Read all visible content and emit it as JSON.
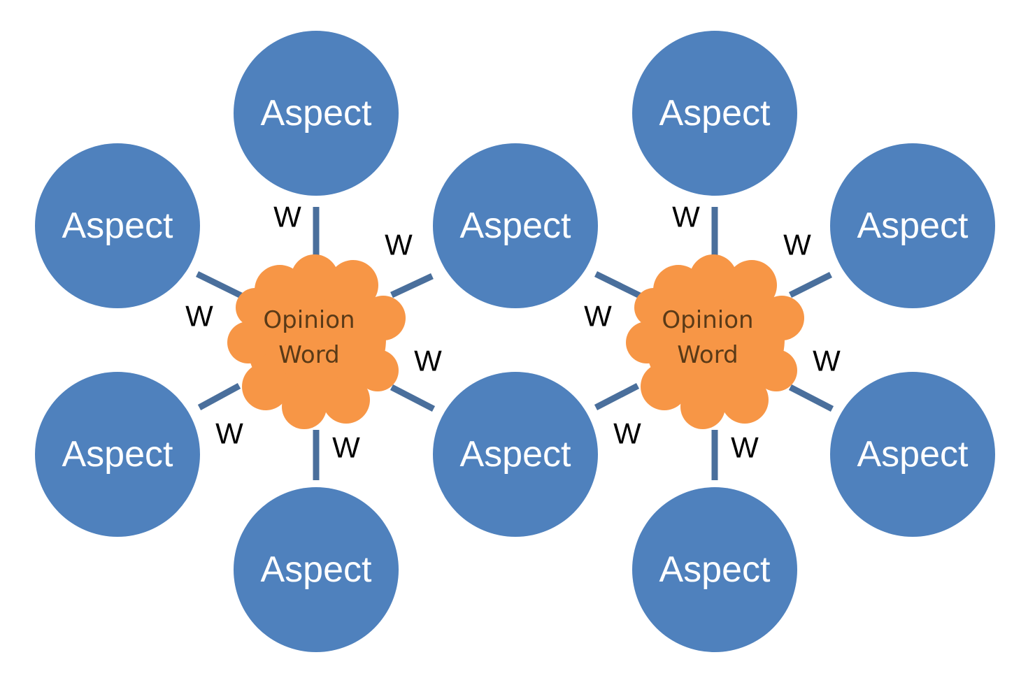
{
  "diagram": {
    "groups": [
      {
        "cloud_label_line1": "Opinion",
        "cloud_label_line2": "Word",
        "aspects": [
          "Aspect",
          "Aspect",
          "Aspect",
          "Aspect",
          "Aspect",
          "Aspect"
        ],
        "weights": [
          "W",
          "W",
          "W",
          "W",
          "W",
          "W"
        ]
      },
      {
        "cloud_label_line1": "Opinion",
        "cloud_label_line2": "Word",
        "aspects": [
          "Aspect",
          "Aspect",
          "Aspect",
          "Aspect",
          "Aspect",
          "Aspect"
        ],
        "weights": [
          "W",
          "W",
          "W",
          "W",
          "W",
          "W"
        ]
      }
    ]
  },
  "colors": {
    "aspect_fill": "#4f81bd",
    "cloud_fill": "#f79646",
    "edge": "#4a6f9c",
    "aspect_text": "#ffffff",
    "weight_text": "#000000"
  }
}
